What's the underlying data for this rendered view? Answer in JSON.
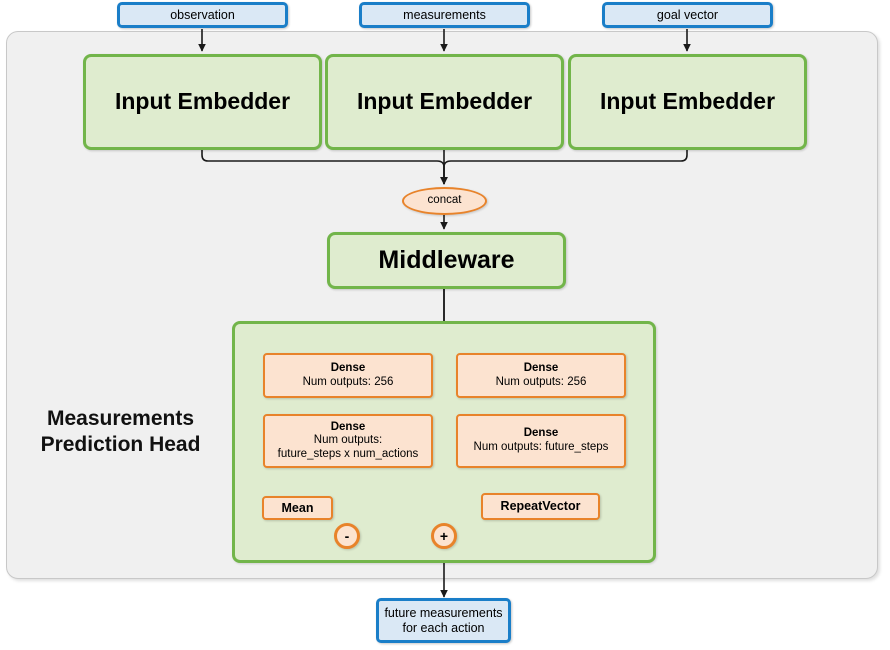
{
  "diagram": {
    "title": "Measurements Prediction Head network architecture",
    "colors": {
      "outer_background": "#f0f0f0",
      "outer_border": "#c8c8c8",
      "io_fill": "#dae8f5",
      "io_border": "#1a7ec8",
      "module_fill": "#dfeccf",
      "module_border": "#72b54a",
      "op_fill": "#fce3d0",
      "op_border": "#e8832a",
      "edge": "#1a1a1a",
      "canvas": "#ffffff"
    }
  },
  "inputs": [
    {
      "label": "observation"
    },
    {
      "label": "measurements"
    },
    {
      "label": "goal vector"
    }
  ],
  "embedders": [
    {
      "label": "Input Embedder"
    },
    {
      "label": "Input Embedder"
    },
    {
      "label": "Input Embedder"
    }
  ],
  "concat": {
    "label": "concat"
  },
  "middleware": {
    "label": "Middleware"
  },
  "head": {
    "label_line1": "Measurements",
    "label_line2": "Prediction Head",
    "left_branch": {
      "dense1": {
        "title": "Dense",
        "sub": "Num outputs: 256"
      },
      "dense2": {
        "title": "Dense",
        "sub_line1": "Num outputs:",
        "sub_line2": "future_steps x num_actions"
      },
      "mean": {
        "label": "Mean"
      }
    },
    "right_branch": {
      "dense1": {
        "title": "Dense",
        "sub": "Num outputs: 256"
      },
      "dense2": {
        "title": "Dense",
        "sub": "Num outputs: future_steps"
      },
      "repeat_vector": {
        "label": "RepeatVector"
      }
    },
    "ops": {
      "subtract": {
        "symbol": "-"
      },
      "add": {
        "symbol": "+"
      }
    }
  },
  "output": {
    "line1": "future measurements",
    "line2": "for each action"
  }
}
